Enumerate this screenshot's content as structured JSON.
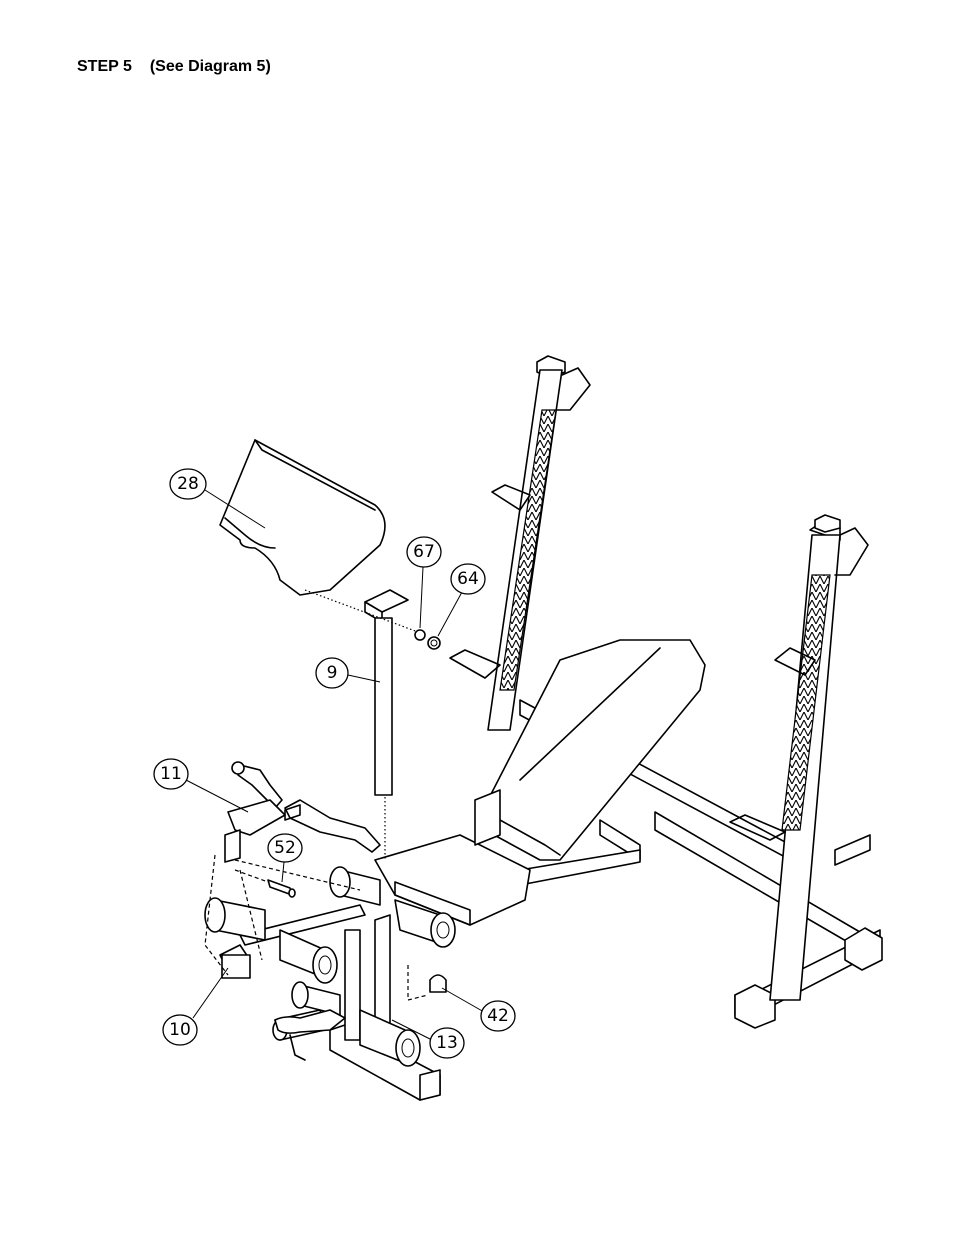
{
  "heading": {
    "step": "STEP 5",
    "reference": "(See Diagram 5)"
  },
  "diagram": {
    "callouts": [
      {
        "id": "28",
        "label": "28"
      },
      {
        "id": "67",
        "label": "67"
      },
      {
        "id": "64",
        "label": "64"
      },
      {
        "id": "9",
        "label": "9"
      },
      {
        "id": "11",
        "label": "11"
      },
      {
        "id": "52",
        "label": "52"
      },
      {
        "id": "10",
        "label": "10"
      },
      {
        "id": "42",
        "label": "42"
      },
      {
        "id": "13",
        "label": "13"
      }
    ]
  }
}
